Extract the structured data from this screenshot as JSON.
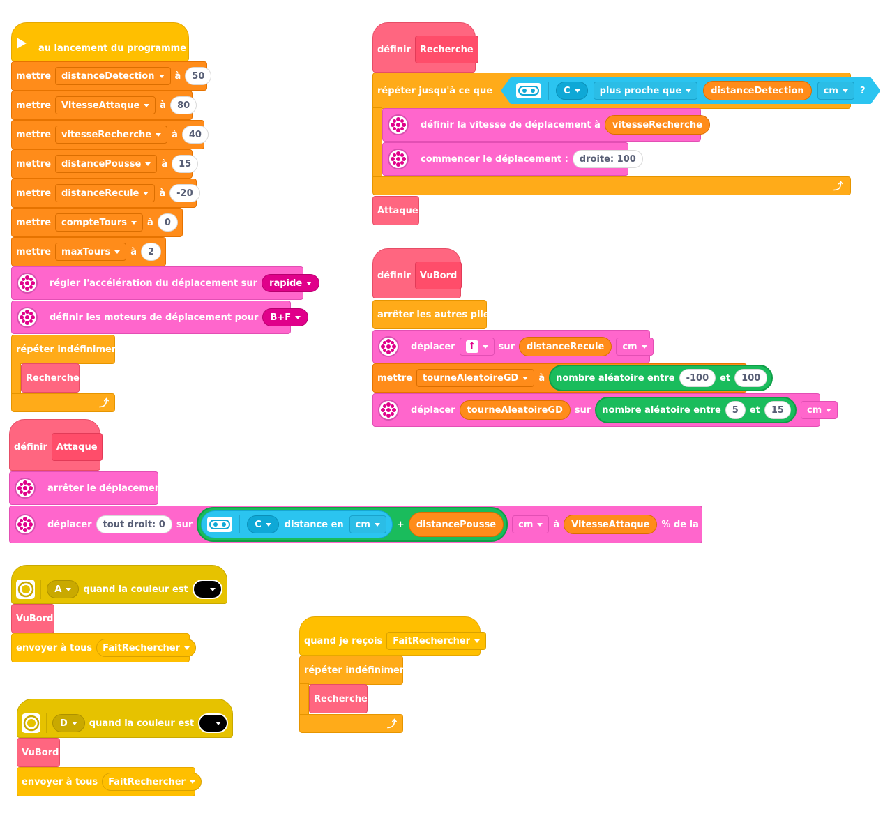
{
  "main": {
    "hat": "au lancement du programme",
    "mettre": "mettre",
    "a": "à",
    "sets": [
      {
        "var": "distanceDetection",
        "val": "50"
      },
      {
        "var": "VitesseAttaque",
        "val": "80"
      },
      {
        "var": "vitesseRecherche",
        "val": "40"
      },
      {
        "var": "distancePousse",
        "val": "15"
      },
      {
        "var": "distanceRecule",
        "val": "-20"
      },
      {
        "var": "compteTours",
        "val": "0"
      },
      {
        "var": "maxTours",
        "val": "2"
      }
    ],
    "accel_label": "régler l'accélération du déplacement sur",
    "accel_value": "rapide",
    "motors_label": "définir les moteurs de déplacement pour",
    "motors_value": "B+F",
    "forever": "répéter indéfiniment",
    "call": "Recherche"
  },
  "def_recherche": {
    "definir": "définir",
    "name": "Recherche",
    "repeat_until": "répéter jusqu'à ce que",
    "port": "C",
    "compare": "plus proche que",
    "dist_var": "distanceDetection",
    "unit": "cm",
    "q": "?",
    "speed_label": "définir la vitesse de déplacement à",
    "speed_var": "vitesseRecherche",
    "percent": "%",
    "start_label": "commencer le déplacement :",
    "start_value": "droite: 100",
    "call": "Attaque"
  },
  "def_vubord": {
    "definir": "définir",
    "name": "VuBord",
    "stop_others": "arrêter les autres piles",
    "move": "déplacer",
    "sur": "sur",
    "recule_var": "distanceRecule",
    "unit": "cm",
    "mettre": "mettre",
    "tourne_var": "tourneAleatoireGD",
    "a": "à",
    "rand": "nombre aléatoire entre",
    "et": "et",
    "rand1_from": "-100",
    "rand1_to": "100",
    "rand2_from": "5",
    "rand2_to": "15"
  },
  "def_attaque": {
    "definir": "définir",
    "name": "Attaque",
    "stop_move": "arrêter le déplacement",
    "move": "déplacer",
    "straight": "tout droit: 0",
    "sur": "sur",
    "port": "C",
    "distance_in": "distance en",
    "unit": "cm",
    "plus": "+",
    "pousse_var": "distancePousse",
    "a": "à",
    "speed_var": "VitesseAttaque",
    "pct_speed": "% de la vitesse"
  },
  "color_a": {
    "port": "A",
    "label": "quand la couleur est",
    "call": "VuBord",
    "broadcast": "envoyer à tous",
    "message": "FaitRechercher"
  },
  "color_d": {
    "port": "D",
    "label": "quand la couleur est",
    "call": "VuBord",
    "broadcast": "envoyer à tous",
    "message": "FaitRechercher"
  },
  "receive": {
    "label": "quand je reçois",
    "message": "FaitRechercher",
    "forever": "répéter indéfiniment",
    "call": "Recherche"
  },
  "colors": {
    "events": "#ffbf00",
    "variables": "#ff8c1a",
    "motors": "#ff66cc",
    "control": "#ffab19",
    "sensors": "#2bc4f0",
    "myblocks": "#ff6680",
    "operators": "#1abc5c"
  },
  "icons": [
    "play-icon",
    "motor-icon",
    "distance-sensor-icon",
    "color-sensor-icon",
    "loop-arrow-icon",
    "up-arrow-icon"
  ]
}
